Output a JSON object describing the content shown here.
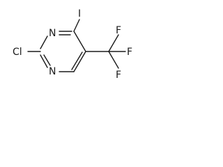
{
  "molecule": {
    "atoms": {
      "n_upper": "N",
      "n_lower": "N",
      "chlorine": "Cl",
      "iodine": "I",
      "fluorine_top": "F",
      "fluorine_right": "F",
      "fluorine_bottom": "F"
    }
  }
}
